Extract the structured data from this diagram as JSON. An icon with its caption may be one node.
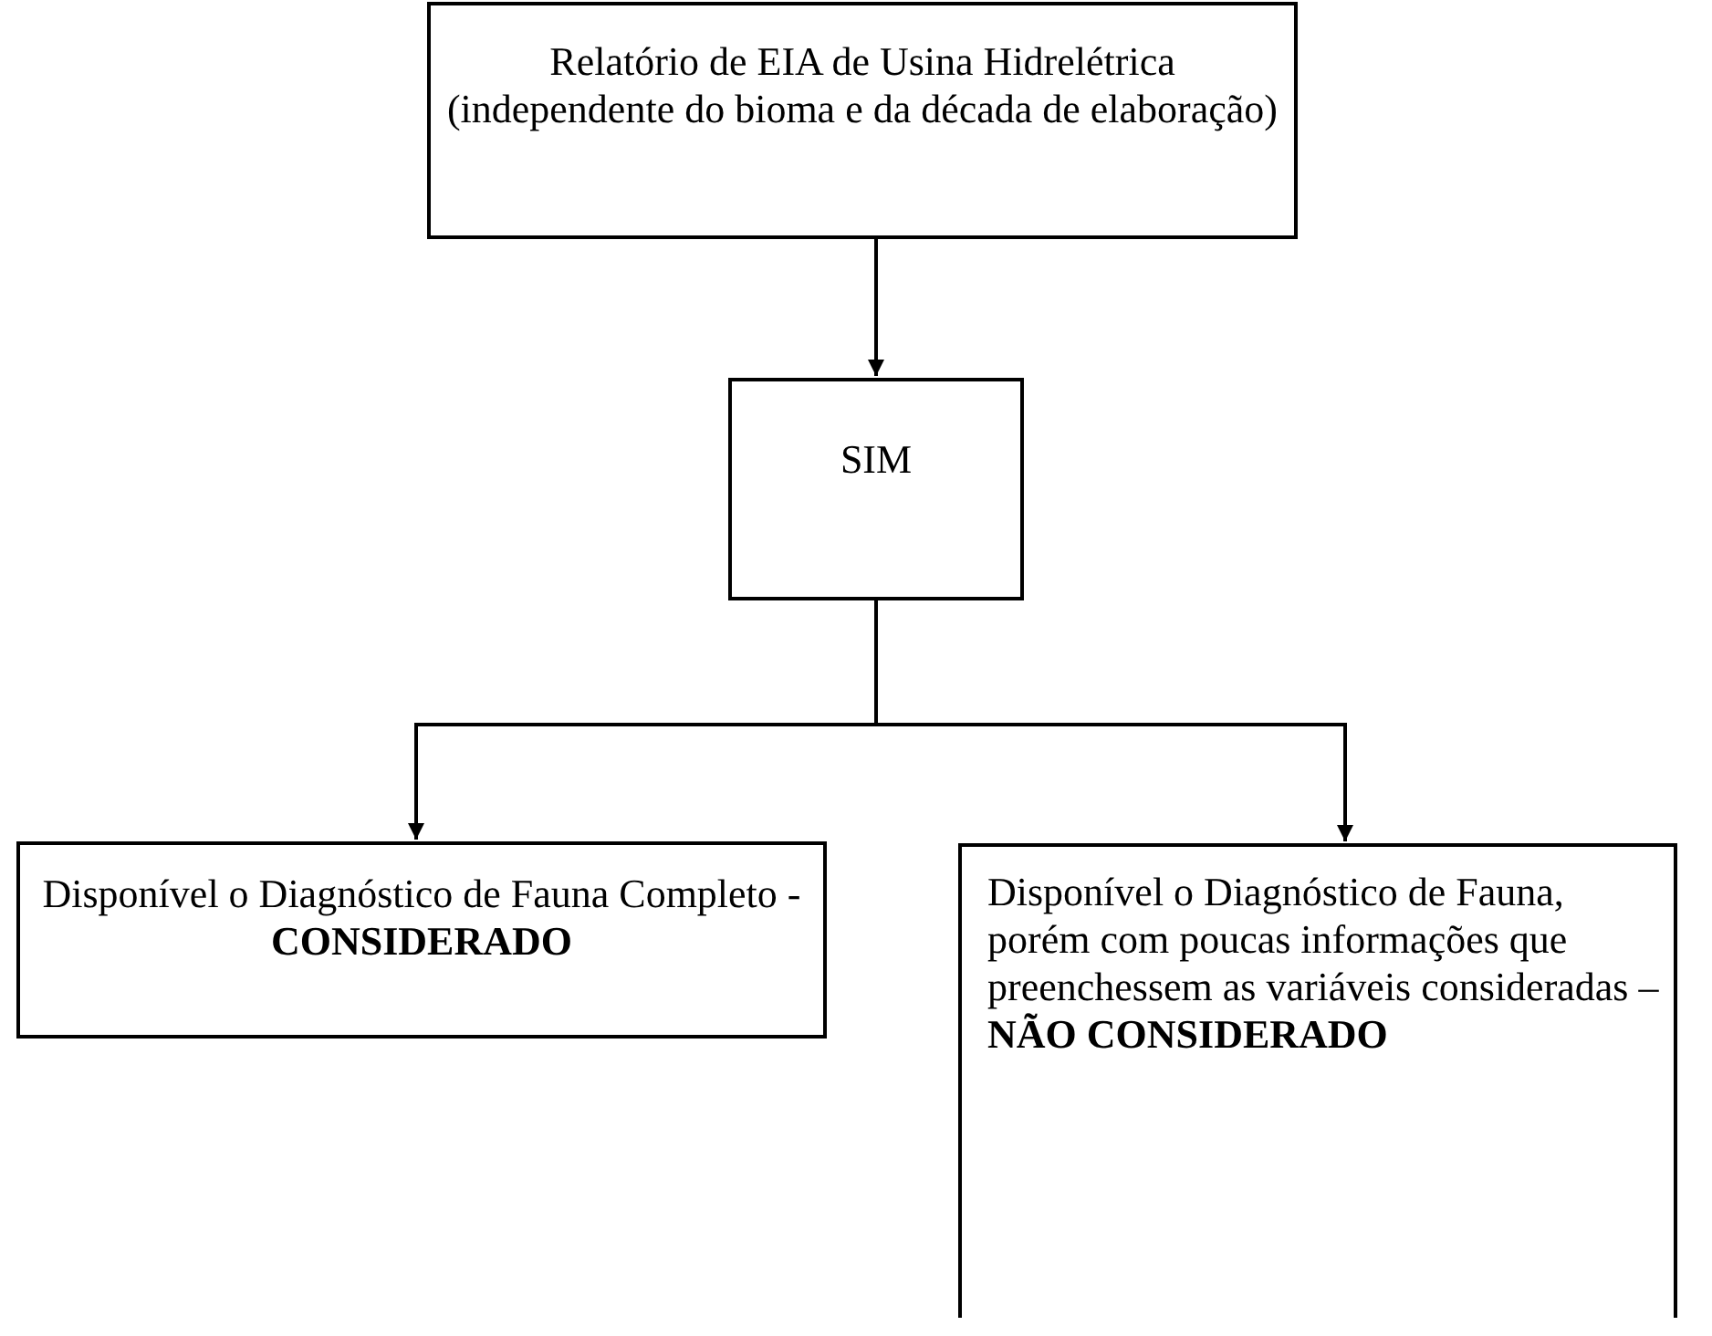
{
  "diagram": {
    "nodes": [
      {
        "text": [
          "Relatório de EIA de Usina Hidrelétrica (independente do bioma e da década de elaboração)"
        ]
      },
      {
        "text": [
          "SIM"
        ]
      },
      {
        "text": [
          "Disponível o Diagnóstico de Fauna Completo - **CONSIDERADO**"
        ]
      },
      {
        "text": [
          "Disponível o Diagnóstico de Fauna, porém com poucas informações que preenchessem as variáveis consideradas – **NÃO CONSIDERADO**"
        ]
      }
    ],
    "edges": [
      {
        "from": 0,
        "to": 1,
        "arrow": "to"
      },
      {
        "from": 1,
        "to": 2,
        "arrow": "to"
      },
      {
        "from": 1,
        "to": 3,
        "arrow": "to"
      }
    ]
  }
}
